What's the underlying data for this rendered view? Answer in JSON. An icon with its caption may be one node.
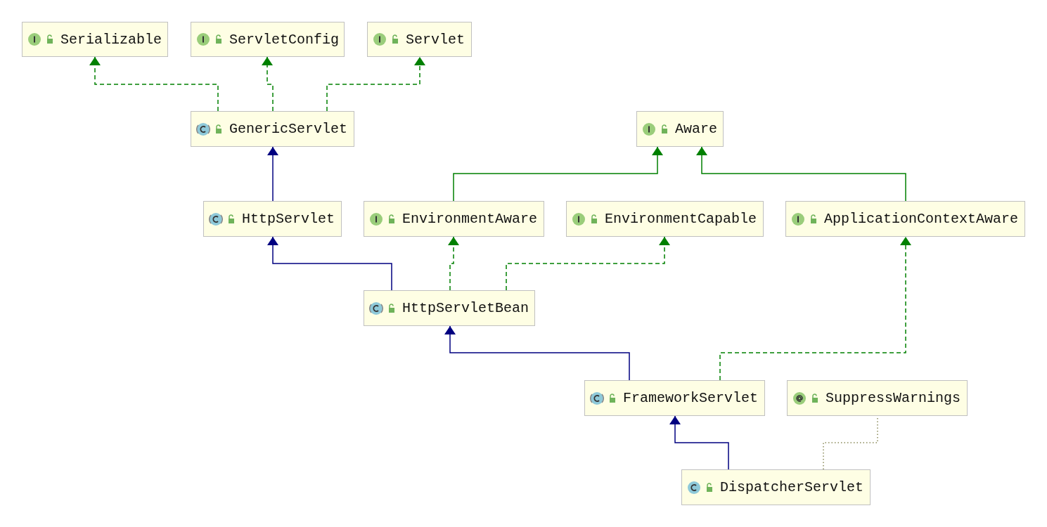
{
  "diagram": {
    "nodes": [
      {
        "text": [
          "Serializable"
        ]
      },
      {
        "text": [
          "ServletConfig"
        ]
      },
      {
        "text": [
          "Servlet"
        ]
      },
      {
        "text": [
          "GenericServlet"
        ]
      },
      {
        "text": [
          "Aware"
        ]
      },
      {
        "text": [
          "HttpServlet"
        ]
      },
      {
        "text": [
          "EnvironmentAware"
        ]
      },
      {
        "text": [
          "EnvironmentCapable"
        ]
      },
      {
        "text": [
          "ApplicationContextAware"
        ]
      },
      {
        "text": [
          "HttpServletBean"
        ]
      },
      {
        "text": [
          "FrameworkServlet"
        ]
      },
      {
        "text": [
          "SuppressWarnings"
        ]
      },
      {
        "text": [
          "DispatcherServlet"
        ]
      }
    ],
    "edges": [
      {
        "from": 3,
        "to": 0,
        "arrow": "to",
        "style": "dashed"
      },
      {
        "from": 3,
        "to": 1,
        "arrow": "to",
        "style": "dashed"
      },
      {
        "from": 3,
        "to": 2,
        "arrow": "to",
        "style": "dashed"
      },
      {
        "from": 5,
        "to": 3,
        "arrow": "to",
        "color": "#000080"
      },
      {
        "from": 6,
        "to": 4,
        "arrow": "to"
      },
      {
        "from": 8,
        "to": 4,
        "arrow": "to"
      },
      {
        "from": 9,
        "to": 5,
        "arrow": "to",
        "color": "#000080"
      },
      {
        "from": 9,
        "to": 6,
        "arrow": "to",
        "style": "dashed"
      },
      {
        "from": 9,
        "to": 7,
        "arrow": "to",
        "style": "dashed"
      },
      {
        "from": 10,
        "to": 9,
        "arrow": "to",
        "color": "#000080"
      },
      {
        "from": 10,
        "to": 8,
        "arrow": "to",
        "style": "dashed"
      },
      {
        "from": 12,
        "to": 10,
        "arrow": "to",
        "color": "#000080"
      },
      {
        "from": 12,
        "to": 11,
        "arrow": "none",
        "style": "dashed",
        "color": "#8b8b5a"
      }
    ]
  }
}
